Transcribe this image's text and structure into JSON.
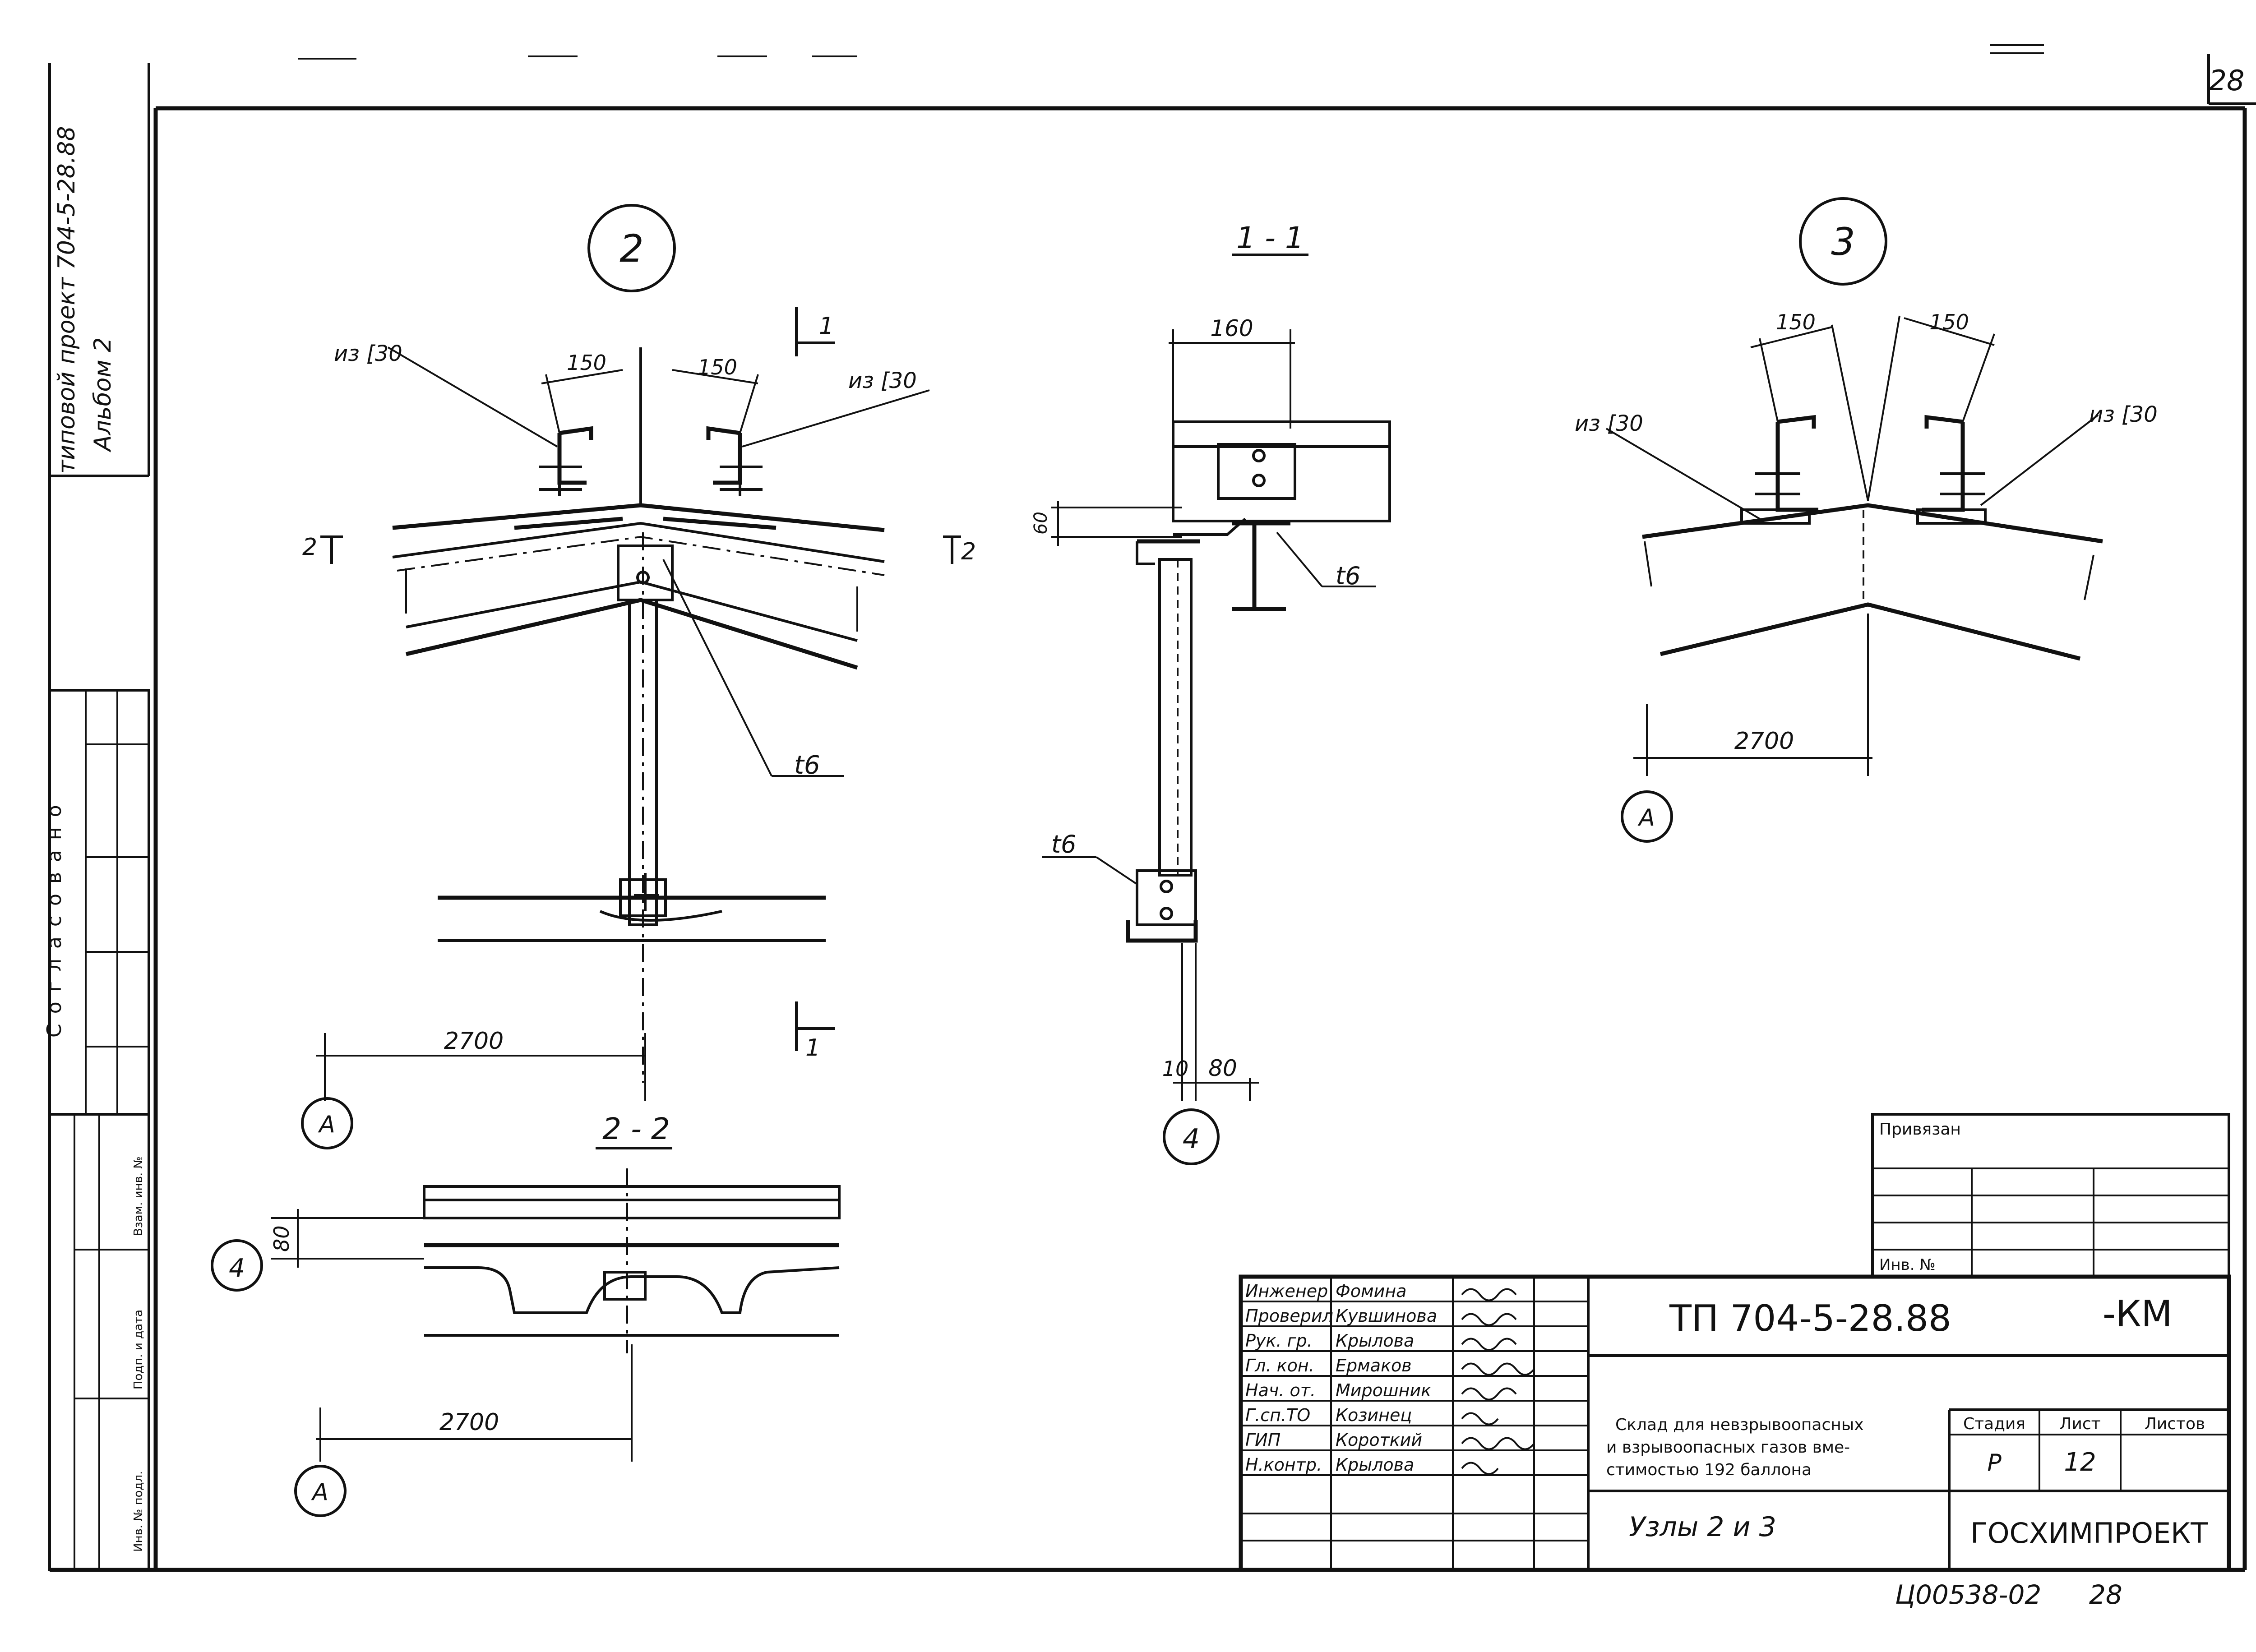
{
  "sheet": {
    "number": "28",
    "vertical_stamp_1": "типовой проект 704-5-28.88",
    "vertical_stamp_2": "Альбом 2",
    "agreed_label": "Согласовано",
    "left_stamp_labels": [
      "Взам. инв. №",
      "Подп. и дата",
      "Инв. № подл."
    ],
    "bottom_code": "Ц00538-02",
    "bottom_num": "28"
  },
  "views": {
    "node2": {
      "callout": "2",
      "profile_left": "из [30",
      "profile_right": "из [30",
      "dim_left": "150",
      "dim_right": "150",
      "plate": "t6",
      "span": "2700",
      "axis": "А",
      "cut_1_top": "1",
      "cut_1_bottom": "1",
      "cut_2_left": "2",
      "cut_2_right": "2"
    },
    "section11": {
      "title": "1 - 1",
      "width": "160",
      "height": "60",
      "plate_top": "t6",
      "plate_bottom": "t6",
      "dim_a": "10",
      "dim_b": "80",
      "axis": "4"
    },
    "node3": {
      "callout": "3",
      "profile_left": "из [30",
      "profile_right": "из [30",
      "dim_left": "150",
      "dim_right": "150",
      "span": "2700",
      "axis": "А"
    },
    "section22": {
      "title": "2 - 2",
      "dim_v": "80",
      "axis_left": "4",
      "span": "2700",
      "axis": "А"
    }
  },
  "title_block": {
    "attached": "Привязан",
    "inv_no": "Инв. №",
    "signatures": [
      {
        "role": "Инженер",
        "name": "Фомина"
      },
      {
        "role": "Проверил",
        "name": "Кувшинова"
      },
      {
        "role": "Рук. гр.",
        "name": "Крылова"
      },
      {
        "role": "Гл. кон.",
        "name": "Ермаков"
      },
      {
        "role": "Нач. от.",
        "name": "Мирошник"
      },
      {
        "role": "Г.сп.ТО",
        "name": "Козинец"
      },
      {
        "role": "ГИП",
        "name": "Короткий"
      },
      {
        "role": "Н.контр.",
        "name": "Крылова"
      }
    ],
    "code": "ТП 704-5-28.88",
    "suffix": "-КМ",
    "object_line1": "Склад для невзрывоопасных",
    "object_line2": "и взрывоопасных газов вме-",
    "object_line3": "стимостью 192 баллона",
    "stage_header": "Стадия",
    "sheet_header": "Лист",
    "sheets_header": "Листов",
    "stage": "Р",
    "sheet": "12",
    "drawing_name": "Узлы 2 и 3",
    "org": "ГОСХИМПРОЕКТ"
  }
}
